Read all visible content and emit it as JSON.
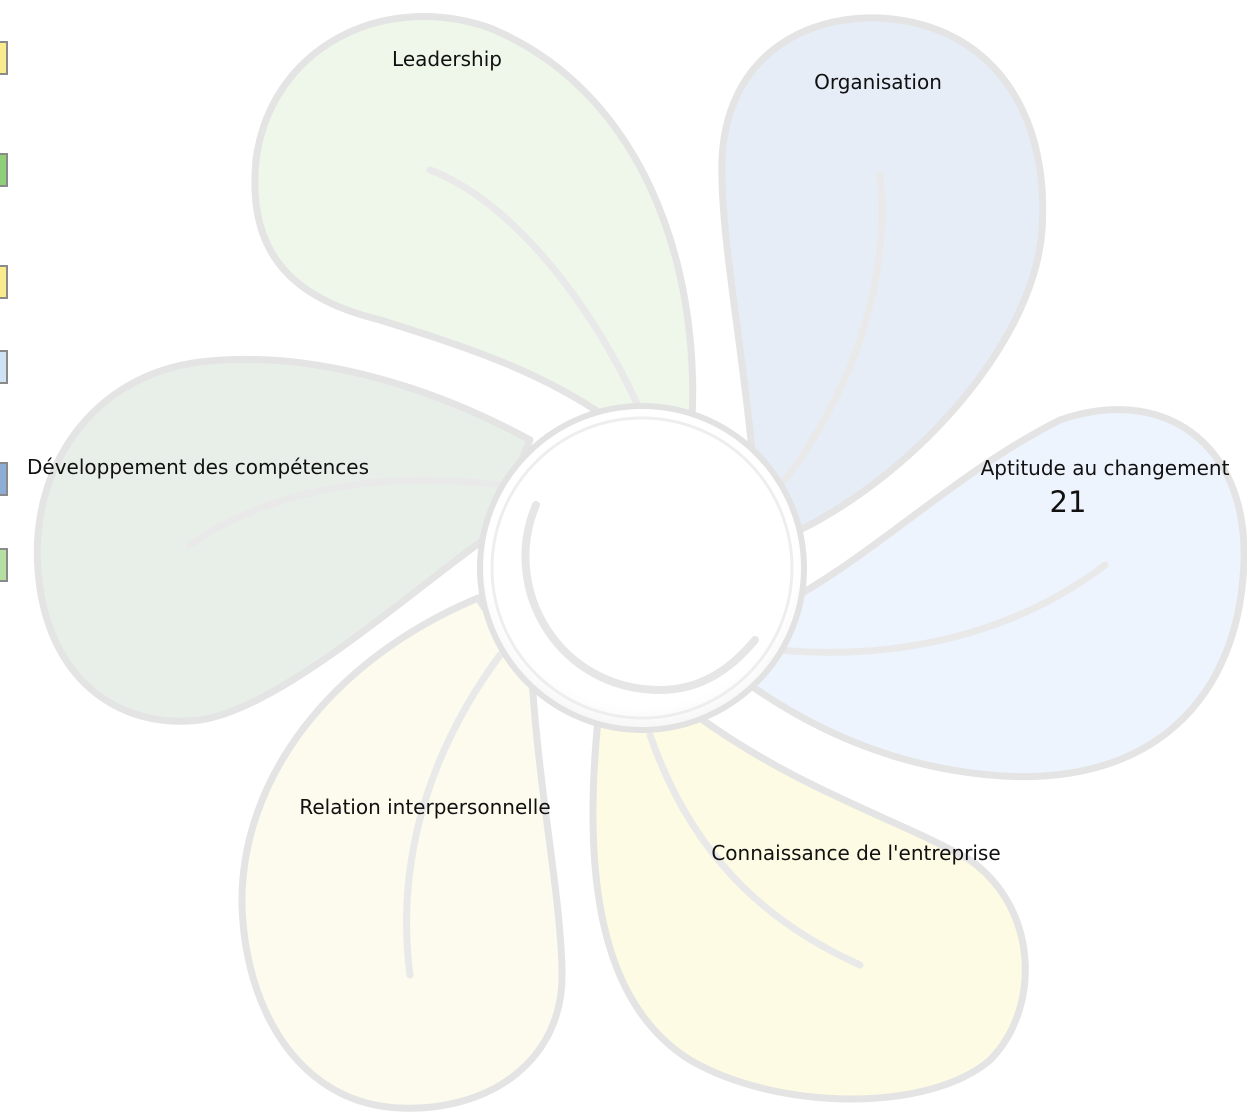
{
  "petals": [
    {
      "id": "leadership",
      "label": "Leadership",
      "value": "",
      "fill": "#eef7ea"
    },
    {
      "id": "organisation",
      "label": "Organisation",
      "value": "",
      "fill": "#e6edf7"
    },
    {
      "id": "aptitude-au-changement",
      "label": "Aptitude au changement",
      "value": "21",
      "fill": "#eef4fd"
    },
    {
      "id": "connaissance-de-l-entreprise",
      "label": "Connaissance de l'entreprise",
      "value": "",
      "fill": "#fdfbe3"
    },
    {
      "id": "relation-interpersonnelle",
      "label": "Relation interpersonnelle",
      "value": "",
      "fill": "#fcfbee"
    },
    {
      "id": "developpement-des-competences",
      "label": "Développement des compétences",
      "value": "",
      "fill": "#e8efe8"
    }
  ],
  "legend": [
    {
      "color": "#fbeb8f"
    },
    {
      "color": "#8fcf7a"
    },
    {
      "color": "#fbeb8f"
    },
    {
      "color": "#cfe3f5"
    },
    {
      "color": "#8eadd6"
    },
    {
      "color": "#b5e0a2"
    }
  ],
  "colors": {
    "outline": "#e4e4e4",
    "center": "#ffffff"
  }
}
